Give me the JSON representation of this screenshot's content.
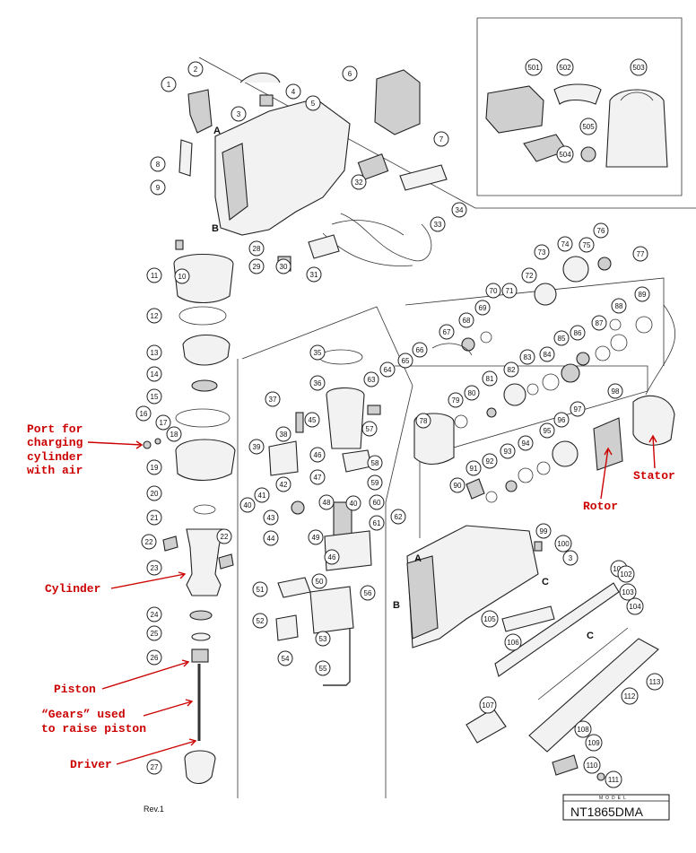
{
  "diagram": {
    "callouts": [
      "1",
      "2",
      "3",
      "4",
      "5",
      "6",
      "7",
      "8",
      "9",
      "10",
      "11",
      "12",
      "13",
      "14",
      "15",
      "16",
      "17",
      "18",
      "19",
      "20",
      "21",
      "22",
      "22",
      "23",
      "24",
      "25",
      "26",
      "27",
      "28",
      "29",
      "30",
      "31",
      "32",
      "33",
      "34",
      "35",
      "36",
      "37",
      "38",
      "39",
      "40",
      "40",
      "41",
      "42",
      "43",
      "44",
      "45",
      "46",
      "46",
      "47",
      "48",
      "49",
      "50",
      "51",
      "52",
      "53",
      "54",
      "55",
      "56",
      "57",
      "58",
      "59",
      "60",
      "61",
      "62",
      "63",
      "64",
      "65",
      "66",
      "67",
      "68",
      "69",
      "70",
      "71",
      "72",
      "73",
      "74",
      "75",
      "76",
      "77",
      "78",
      "79",
      "80",
      "81",
      "82",
      "83",
      "84",
      "85",
      "86",
      "87",
      "88",
      "89",
      "90",
      "91",
      "92",
      "93",
      "94",
      "95",
      "96",
      "97",
      "98",
      "99",
      "100",
      "3",
      "101",
      "102",
      "103",
      "104",
      "105",
      "106",
      "107",
      "108",
      "109",
      "110",
      "111",
      "112",
      "113",
      "501",
      "502",
      "503",
      "504",
      "505"
    ],
    "letters": [
      "A",
      "B",
      "A",
      "B",
      "C",
      "C"
    ],
    "labels": {
      "port_line1": "Port for",
      "port_line2": "charging",
      "port_line3": "cylinder",
      "port_line4": "with air",
      "cylinder": "Cylinder",
      "piston": "Piston",
      "gears_line1": "“Gears” used",
      "gears_line2": "to raise piston",
      "driver": "Driver",
      "rotor": "Rotor",
      "stator": "Stator"
    },
    "revision": "Rev.1",
    "model_caption": "MODEL",
    "model_number": "NT1865DMA",
    "accent_color": "#cc0000"
  }
}
